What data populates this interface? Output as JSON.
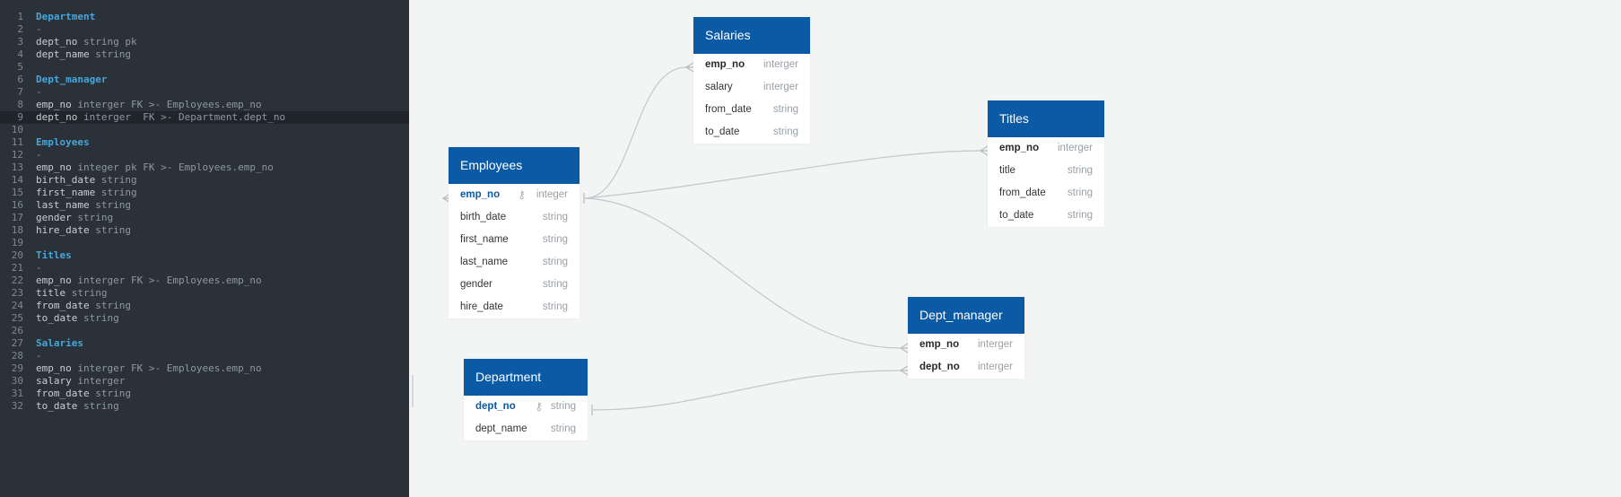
{
  "editor": {
    "lines": [
      {
        "n": "1",
        "parts": [
          {
            "t": "Department",
            "c": "tbl"
          }
        ]
      },
      {
        "n": "2",
        "parts": [
          {
            "t": "-",
            "c": "dash"
          }
        ]
      },
      {
        "n": "3",
        "parts": [
          {
            "t": "dept_no",
            "c": "fld"
          },
          {
            "t": " string pk",
            "c": "typ"
          }
        ]
      },
      {
        "n": "4",
        "parts": [
          {
            "t": "dept_name",
            "c": "fld"
          },
          {
            "t": " string",
            "c": "typ"
          }
        ]
      },
      {
        "n": "5",
        "parts": []
      },
      {
        "n": "6",
        "parts": [
          {
            "t": "Dept_manager",
            "c": "tbl"
          }
        ]
      },
      {
        "n": "7",
        "parts": [
          {
            "t": "-",
            "c": "dash"
          }
        ]
      },
      {
        "n": "8",
        "parts": [
          {
            "t": "emp_no",
            "c": "fld"
          },
          {
            "t": " interger FK >- Employees.emp_no",
            "c": "typ"
          }
        ]
      },
      {
        "n": "9",
        "active": true,
        "parts": [
          {
            "t": "dept_no",
            "c": "fld"
          },
          {
            "t": " interger  FK >- Department.dept_no",
            "c": "typ"
          }
        ]
      },
      {
        "n": "10",
        "parts": []
      },
      {
        "n": "11",
        "parts": [
          {
            "t": "Employees",
            "c": "tbl"
          }
        ]
      },
      {
        "n": "12",
        "parts": [
          {
            "t": "-",
            "c": "dash"
          }
        ]
      },
      {
        "n": "13",
        "parts": [
          {
            "t": "emp_no",
            "c": "fld"
          },
          {
            "t": " integer pk FK >- Employees.emp_no",
            "c": "typ"
          }
        ]
      },
      {
        "n": "14",
        "parts": [
          {
            "t": "birth_date",
            "c": "fld"
          },
          {
            "t": " string",
            "c": "typ"
          }
        ]
      },
      {
        "n": "15",
        "parts": [
          {
            "t": "first_name",
            "c": "fld"
          },
          {
            "t": " string",
            "c": "typ"
          }
        ]
      },
      {
        "n": "16",
        "parts": [
          {
            "t": "last_name",
            "c": "fld"
          },
          {
            "t": " string",
            "c": "typ"
          }
        ]
      },
      {
        "n": "17",
        "parts": [
          {
            "t": "gender",
            "c": "fld"
          },
          {
            "t": " string",
            "c": "typ"
          }
        ]
      },
      {
        "n": "18",
        "parts": [
          {
            "t": "hire_date",
            "c": "fld"
          },
          {
            "t": " string",
            "c": "typ"
          }
        ]
      },
      {
        "n": "19",
        "parts": []
      },
      {
        "n": "20",
        "parts": [
          {
            "t": "Titles",
            "c": "tbl"
          }
        ]
      },
      {
        "n": "21",
        "parts": [
          {
            "t": "-",
            "c": "dash"
          }
        ]
      },
      {
        "n": "22",
        "parts": [
          {
            "t": "emp_no",
            "c": "fld"
          },
          {
            "t": " interger FK >- Employees.emp_no",
            "c": "typ"
          }
        ]
      },
      {
        "n": "23",
        "parts": [
          {
            "t": "title",
            "c": "fld"
          },
          {
            "t": " string",
            "c": "typ"
          }
        ]
      },
      {
        "n": "24",
        "parts": [
          {
            "t": "from_date",
            "c": "fld"
          },
          {
            "t": " string",
            "c": "typ"
          }
        ]
      },
      {
        "n": "25",
        "parts": [
          {
            "t": "to_date",
            "c": "fld"
          },
          {
            "t": " string",
            "c": "typ"
          }
        ]
      },
      {
        "n": "26",
        "parts": []
      },
      {
        "n": "27",
        "parts": [
          {
            "t": "Salaries",
            "c": "tbl"
          }
        ]
      },
      {
        "n": "28",
        "parts": [
          {
            "t": "-",
            "c": "dash"
          }
        ]
      },
      {
        "n": "29",
        "parts": [
          {
            "t": "emp_no",
            "c": "fld"
          },
          {
            "t": " interger FK >- Employees.emp_no",
            "c": "typ"
          }
        ]
      },
      {
        "n": "30",
        "parts": [
          {
            "t": "salary",
            "c": "fld"
          },
          {
            "t": " interger",
            "c": "typ"
          }
        ]
      },
      {
        "n": "31",
        "parts": [
          {
            "t": "from_date",
            "c": "fld"
          },
          {
            "t": " string",
            "c": "typ"
          }
        ]
      },
      {
        "n": "32",
        "parts": [
          {
            "t": "to_date",
            "c": "fld"
          },
          {
            "t": " string",
            "c": "typ"
          }
        ]
      }
    ]
  },
  "colors": {
    "header_blue": "#0b5aa6",
    "editor_bg": "#2b3138",
    "table_name_color": "#46a6db",
    "link_color": "#c3c7cb"
  },
  "entities": {
    "salaries": {
      "title": "Salaries",
      "fields": [
        {
          "name": "emp_no",
          "type": "interger",
          "style": "strong"
        },
        {
          "name": "salary",
          "type": "interger"
        },
        {
          "name": "from_date",
          "type": "string"
        },
        {
          "name": "to_date",
          "type": "string"
        }
      ]
    },
    "titles": {
      "title": "Titles",
      "fields": [
        {
          "name": "emp_no",
          "type": "interger",
          "style": "strong"
        },
        {
          "name": "title",
          "type": "string"
        },
        {
          "name": "from_date",
          "type": "string"
        },
        {
          "name": "to_date",
          "type": "string"
        }
      ]
    },
    "employees": {
      "title": "Employees",
      "fields": [
        {
          "name": "emp_no",
          "type": "integer",
          "style": "pk",
          "key_icon": "key-icon"
        },
        {
          "name": "birth_date",
          "type": "string"
        },
        {
          "name": "first_name",
          "type": "string"
        },
        {
          "name": "last_name",
          "type": "string"
        },
        {
          "name": "gender",
          "type": "string"
        },
        {
          "name": "hire_date",
          "type": "string"
        }
      ]
    },
    "dept_manager": {
      "title": "Dept_manager",
      "fields": [
        {
          "name": "emp_no",
          "type": "interger",
          "style": "strong"
        },
        {
          "name": "dept_no",
          "type": "interger",
          "style": "strong"
        }
      ]
    },
    "department": {
      "title": "Department",
      "fields": [
        {
          "name": "dept_no",
          "type": "string",
          "style": "pk",
          "key_icon": "key-icon"
        },
        {
          "name": "dept_name",
          "type": "string"
        }
      ]
    }
  }
}
